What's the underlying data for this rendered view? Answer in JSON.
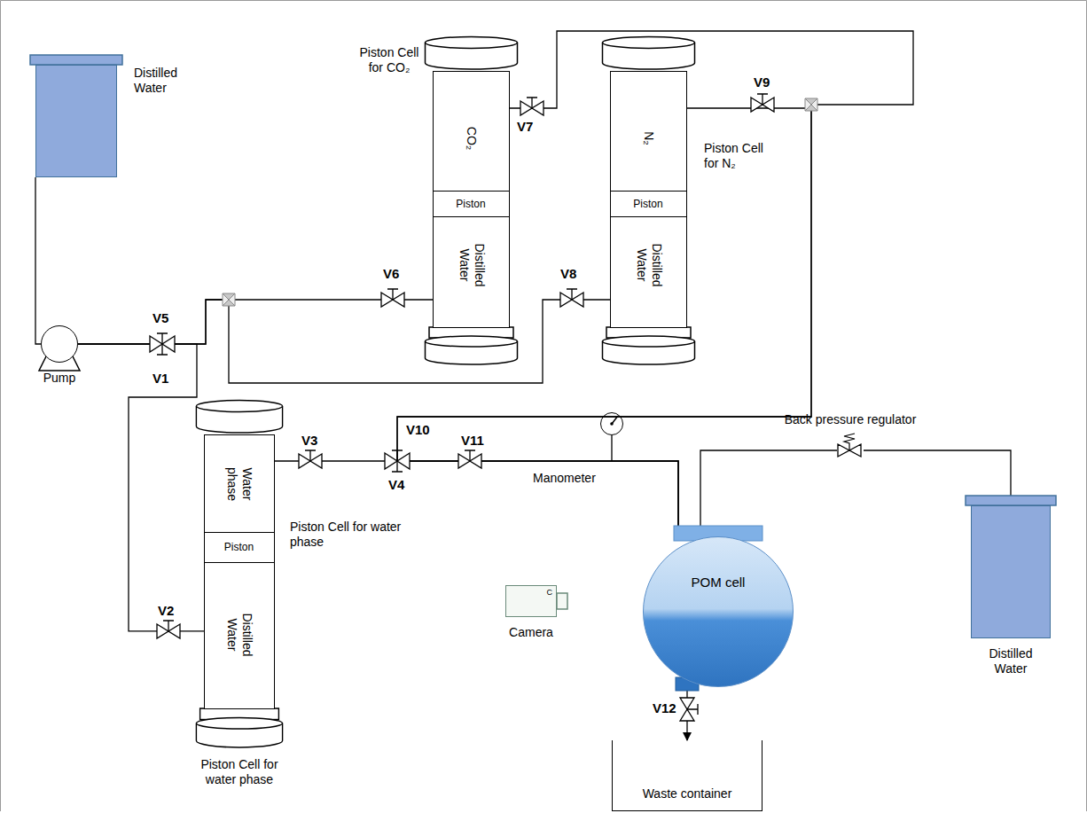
{
  "diagram": {
    "nodes": [
      {
        "text": [
          "Distilled Water"
        ]
      },
      {
        "text": [
          "Piston Cell for CO₂",
          "CO₂",
          "Distilled Water"
        ]
      },
      {
        "text": [
          "Piston"
        ],
        "in": 1
      },
      {
        "text": [
          "Piston Cell for N₂",
          "N₂",
          "Distilled Water"
        ]
      },
      {
        "text": [
          "Piston"
        ],
        "in": 3
      },
      {
        "text": [
          "Pump"
        ]
      },
      {
        "text": [
          "Piston Cell for water phase",
          "Water phase",
          "Distilled Water",
          "Piston Cell for water phase"
        ]
      },
      {
        "text": [
          "Piston"
        ],
        "in": 6
      },
      {
        "text": [
          "Manometer"
        ]
      },
      {
        "text": [
          "Back pressure regulator"
        ]
      },
      {
        "text": [
          "POM cell"
        ]
      },
      {
        "text": [
          "C",
          "Camera"
        ]
      },
      {
        "text": [
          "Distilled Water"
        ]
      },
      {
        "text": [
          "Waste container"
        ]
      }
    ],
    "edges": [
      {
        "from": 0,
        "to": 5,
        "arrow": "none"
      },
      {
        "from": 5,
        "to": 1,
        "arrow": "none"
      },
      {
        "from": 5,
        "to": 3,
        "arrow": "none"
      },
      {
        "from": 5,
        "to": 6,
        "arrow": "none"
      },
      {
        "from": 1,
        "to": 10,
        "arrow": "none"
      },
      {
        "from": 3,
        "to": 10,
        "arrow": "none"
      },
      {
        "from": 6,
        "to": 10,
        "arrow": "none"
      },
      {
        "from": 10,
        "to": 9,
        "arrow": "none"
      },
      {
        "from": 9,
        "to": 12,
        "arrow": "none"
      },
      {
        "from": 10,
        "to": 13,
        "arrow": "to"
      }
    ],
    "labels": [
      "V5",
      "V1",
      "V6",
      "V7",
      "V8",
      "V9",
      "V10",
      "V4",
      "V3",
      "V11",
      "V2",
      "V12"
    ]
  }
}
